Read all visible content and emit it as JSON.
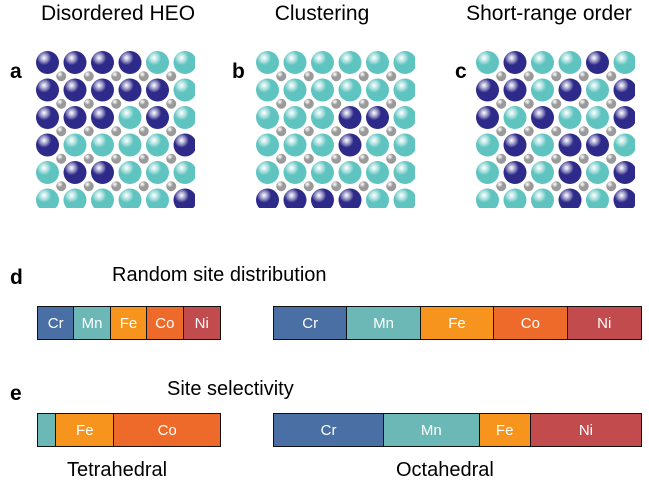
{
  "colors": {
    "Cr": "#4a6fa5",
    "Mn": "#6cb8b6",
    "Fe": "#f7941d",
    "Co": "#ee6a2b",
    "Ni": "#c24b4e",
    "dark_atom": "#2e2a8a",
    "light_atom": "#5fc4c0",
    "oxygen_atom": "#9a9a9a"
  },
  "panels": [
    {
      "label": "a",
      "title": "Disordered HEO",
      "grid": [
        "DDDDLL",
        "DDDDDL",
        "DDDLDL",
        "DLLLLD",
        "LDDLLL",
        "LLLLLD"
      ]
    },
    {
      "label": "b",
      "title": "Clustering",
      "grid": [
        "LLLLLL",
        "LLLLLL",
        "LLLDDL",
        "LLLDLL",
        "LLLLLL",
        "DDDDLL"
      ]
    },
    {
      "label": "c",
      "title": "Short-range order",
      "grid": [
        "LDLLDL",
        "DDLDLD",
        "DLDLLD",
        "LDLDDL",
        "LDLDLD",
        "LLLDLD"
      ]
    }
  ],
  "section_d": {
    "label": "d",
    "title": "Random site distribution",
    "tetra_bar": [
      {
        "name": "Cr",
        "fraction": 0.2
      },
      {
        "name": "Mn",
        "fraction": 0.2
      },
      {
        "name": "Fe",
        "fraction": 0.2
      },
      {
        "name": "Co",
        "fraction": 0.2
      },
      {
        "name": "Ni",
        "fraction": 0.2
      }
    ],
    "octa_bar": [
      {
        "name": "Cr",
        "fraction": 0.2
      },
      {
        "name": "Mn",
        "fraction": 0.2
      },
      {
        "name": "Fe",
        "fraction": 0.2
      },
      {
        "name": "Co",
        "fraction": 0.2
      },
      {
        "name": "Ni",
        "fraction": 0.2
      }
    ]
  },
  "section_e": {
    "label": "e",
    "title": "Site selectivity",
    "tetra_bar": [
      {
        "name": "",
        "color_key": "Mn",
        "fraction": 0.1
      },
      {
        "name": "Fe",
        "fraction": 0.32
      },
      {
        "name": "Co",
        "fraction": 0.58
      }
    ],
    "octa_bar": [
      {
        "name": "Cr",
        "fraction": 0.3
      },
      {
        "name": "Mn",
        "fraction": 0.26
      },
      {
        "name": "Fe",
        "fraction": 0.14
      },
      {
        "name": "Ni",
        "fraction": 0.3
      }
    ]
  },
  "captions": {
    "tetrahedral": "Tetrahedral",
    "octahedral": "Octahedral"
  }
}
